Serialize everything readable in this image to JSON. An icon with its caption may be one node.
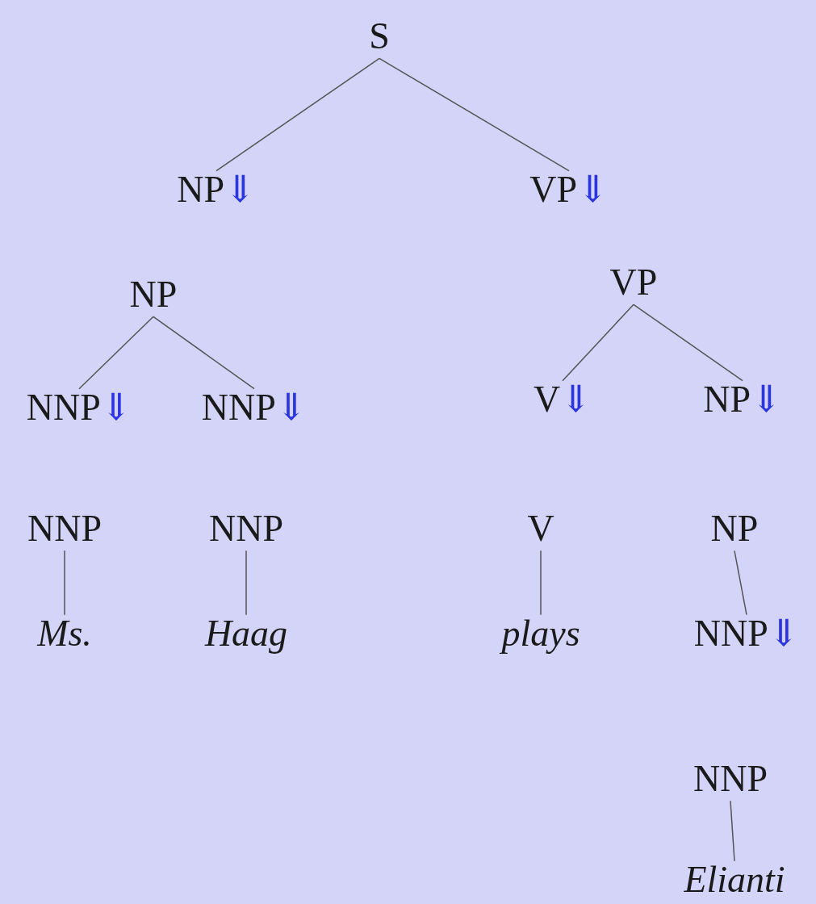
{
  "diagram": {
    "nodes": [
      {
        "text": [
          "S"
        ]
      },
      {
        "text": [
          "NP⇓"
        ]
      },
      {
        "text": [
          "VP⇓"
        ]
      },
      {
        "text": [
          "NP"
        ]
      },
      {
        "text": [
          "NNP⇓"
        ]
      },
      {
        "text": [
          "NNP⇓"
        ]
      },
      {
        "text": [
          "VP"
        ]
      },
      {
        "text": [
          "V⇓"
        ]
      },
      {
        "text": [
          "NP⇓"
        ]
      },
      {
        "text": [
          "NNP"
        ]
      },
      {
        "text": [
          "Ms."
        ]
      },
      {
        "text": [
          "NNP"
        ]
      },
      {
        "text": [
          "Haag"
        ]
      },
      {
        "text": [
          "V"
        ]
      },
      {
        "text": [
          "plays"
        ]
      },
      {
        "text": [
          "NP"
        ]
      },
      {
        "text": [
          "NNP⇓"
        ]
      },
      {
        "text": [
          "NNP"
        ]
      },
      {
        "text": [
          "Elianti"
        ]
      }
    ],
    "edges": [
      {
        "from": 0,
        "to": 1,
        "arrow": "none"
      },
      {
        "from": 0,
        "to": 2,
        "arrow": "none"
      },
      {
        "from": 3,
        "to": 4,
        "arrow": "none"
      },
      {
        "from": 3,
        "to": 5,
        "arrow": "none"
      },
      {
        "from": 6,
        "to": 7,
        "arrow": "none"
      },
      {
        "from": 6,
        "to": 8,
        "arrow": "none"
      },
      {
        "from": 9,
        "to": 10,
        "arrow": "none"
      },
      {
        "from": 11,
        "to": 12,
        "arrow": "none"
      },
      {
        "from": 13,
        "to": 14,
        "arrow": "none"
      },
      {
        "from": 15,
        "to": 16,
        "arrow": "none"
      },
      {
        "from": 17,
        "to": 18,
        "arrow": "none"
      }
    ]
  }
}
